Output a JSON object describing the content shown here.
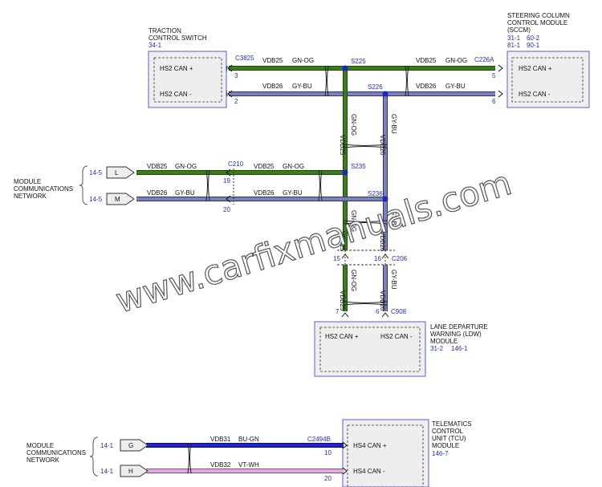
{
  "modules": {
    "tcs": {
      "title1": "TRACTION",
      "title2": "CONTROL SWITCH",
      "ref": "34-1",
      "pin_pos": "HS2 CAN +",
      "pin_neg": "HS2 CAN -"
    },
    "sccm": {
      "title1": "STEERING COLUMN",
      "title2": "CONTROL MODULE",
      "title3": "(SCCM)",
      "ref1a": "31-1",
      "ref1b": "60-2",
      "ref2a": "81-1",
      "ref2b": "90-1",
      "pin_pos": "HS2 CAN +",
      "pin_neg": "HS2 CAN -"
    },
    "ldw": {
      "title1": "LANE DEPARTURE",
      "title2": "WARNING (LDW)",
      "title3": "MODULE",
      "ref1": "31-2",
      "ref2": "146-1",
      "pin_pos": "HS2 CAN +",
      "pin_neg": "HS2 CAN -"
    },
    "tcu": {
      "title1": "TELEMATICS",
      "title2": "CONTROL",
      "title3": "UNIT (TCU)",
      "title4": "MODULE",
      "ref": "146-7",
      "pin_pos": "HS4 CAN +",
      "pin_neg": "HS4 CAN -"
    }
  },
  "network_labels": {
    "mcn1_l1": "MODULE",
    "mcn1_l2": "COMMUNICATIONS",
    "mcn1_l3": "NETWORK",
    "mcn2_l1": "MODULE",
    "mcn2_l2": "COMMUNICATIONS",
    "mcn2_l3": "NETWORK"
  },
  "connectors": {
    "c3825": "C3825",
    "c226a": "C226A",
    "c210": "C210",
    "c206": "C206",
    "c908": "C908",
    "c2494b": "C2494B",
    "pin_3": "3",
    "pin_2": "2",
    "pin_5": "5",
    "pin_6": "6",
    "pin_19": "19",
    "pin_20": "20",
    "pin_15": "15",
    "pin_16": "16",
    "pin_7": "7",
    "pin_6b": "6",
    "pin_10": "10",
    "pin_20b": "20"
  },
  "splices": {
    "s225": "S225",
    "s226": "S226",
    "s235": "S235",
    "s236": "S236"
  },
  "offpage": {
    "l_ref": "14-5",
    "l": "L",
    "m_ref": "14-5",
    "m": "M",
    "g_ref": "14-1",
    "g": "G",
    "h_ref": "14-1",
    "h": "H"
  },
  "wires": {
    "vdb25": "VDB25",
    "gnog": "GN-OG",
    "vdb26": "VDB26",
    "gybu": "GY-BU",
    "vdb31": "VDB31",
    "bugn": "BU-GN",
    "vdb32": "VDB32",
    "vtwh": "VT-WH"
  },
  "colors": {
    "green": "#3a7d1a",
    "grey_blue": "#7b82b8",
    "blue": "#1f23c8",
    "pink": "#e9a6e6",
    "label_blue": "#1f2ec8"
  },
  "watermark": "www.carfixmanuals.com"
}
